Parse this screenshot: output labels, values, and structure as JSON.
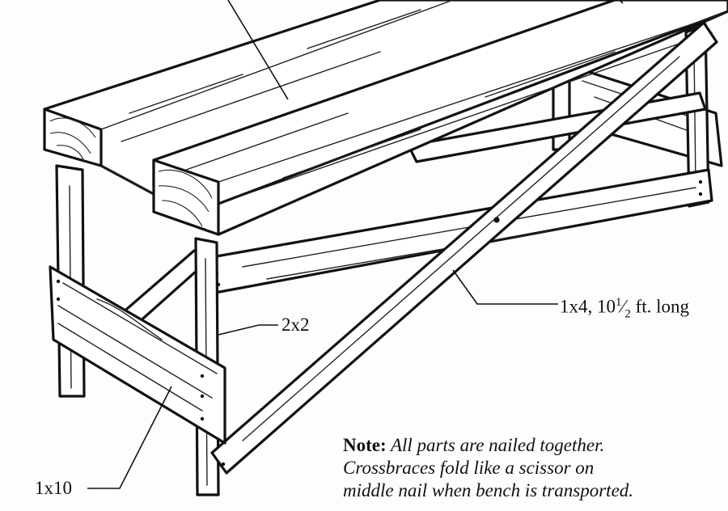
{
  "labels": {
    "size_2x2": "2x2",
    "size_1x10": "1x10",
    "crossbrace": {
      "prefix": "1x4, 10",
      "frac_num": "1",
      "frac_sep": "⁄",
      "frac_den": "2",
      "suffix": " ft. long"
    }
  },
  "note": {
    "heading": "Note:",
    "body_line1": " All parts are nailed together.",
    "body_line2": "Crossbraces fold like a scissor on",
    "body_line3": "middle nail when bench is transported."
  }
}
